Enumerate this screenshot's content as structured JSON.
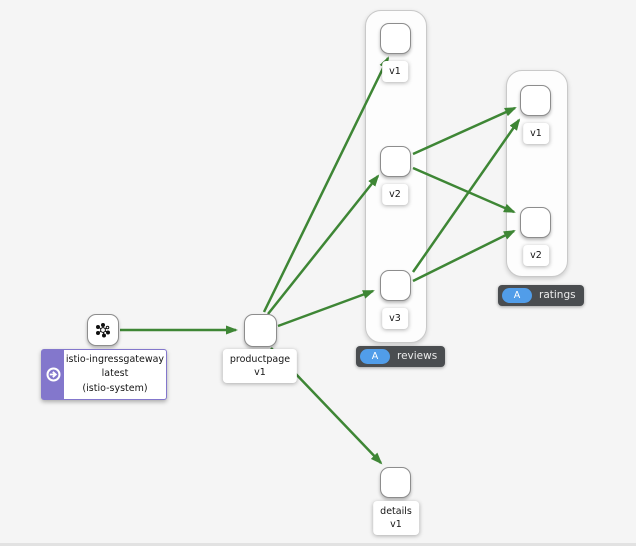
{
  "colors": {
    "edge_healthy": "#3E8635",
    "node_border": "#8D8D8D",
    "group_border": "#C9C9C9",
    "badge_background": "#4A4D50",
    "app_badge_blue": "#519DE9",
    "gateway_purple": "#8377CC",
    "canvas_background": "#F5F5F5"
  },
  "apps": {
    "ingressgateway": {
      "lines": [
        "istio-ingressgateway",
        "latest",
        "(istio-system)"
      ]
    },
    "productpage": {
      "name": "productpage",
      "version": "v1"
    },
    "details": {
      "name": "details",
      "version": "v1"
    },
    "reviews": {
      "label": "reviews",
      "badge_letter": "A",
      "versions": [
        "v1",
        "v2",
        "v3"
      ]
    },
    "ratings": {
      "label": "ratings",
      "badge_letter": "A",
      "versions": [
        "v1",
        "v2"
      ]
    }
  },
  "edges": [
    {
      "from": "istio-ingressgateway",
      "to": "productpage v1"
    },
    {
      "from": "productpage v1",
      "to": "reviews v1"
    },
    {
      "from": "productpage v1",
      "to": "reviews v2"
    },
    {
      "from": "productpage v1",
      "to": "reviews v3"
    },
    {
      "from": "productpage v1",
      "to": "details v1"
    },
    {
      "from": "reviews v2",
      "to": "ratings v1"
    },
    {
      "from": "reviews v2",
      "to": "ratings v2"
    },
    {
      "from": "reviews v3",
      "to": "ratings v1"
    },
    {
      "from": "reviews v3",
      "to": "ratings v2"
    }
  ]
}
